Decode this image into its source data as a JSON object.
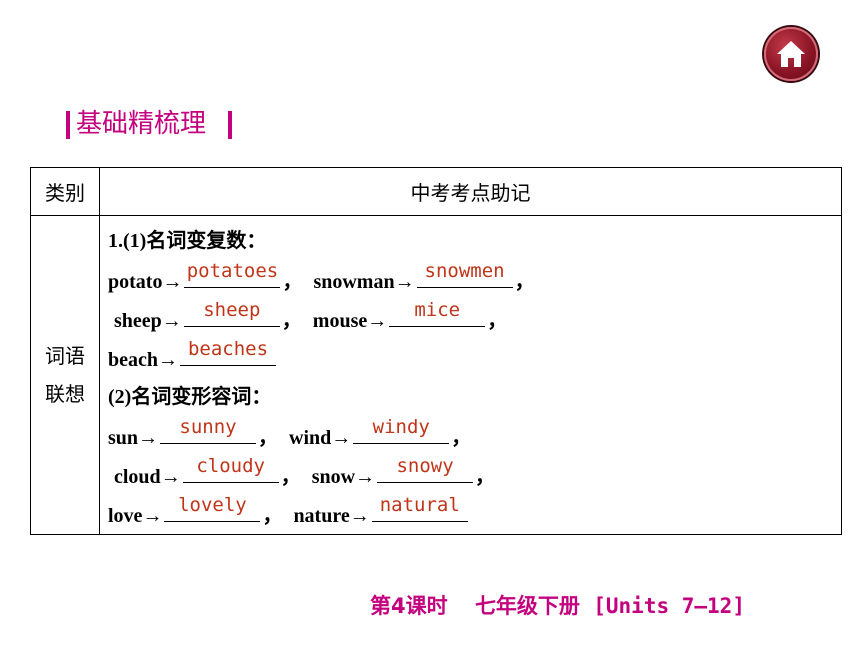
{
  "section_title": "基础精梳理",
  "table": {
    "header": {
      "category": "类别",
      "content": "中考考点助记"
    },
    "category_line1": "词语",
    "category_line2": "联想",
    "item1_heading": "1.(1)名词变复数：",
    "item2_heading": "(2)名词变形容词：",
    "plural": [
      {
        "word": "potato",
        "answer": "potatoes"
      },
      {
        "word": "snowman",
        "answer": "snowmen"
      },
      {
        "word": "sheep",
        "answer": "sheep"
      },
      {
        "word": "mouse",
        "answer": "mice"
      },
      {
        "word": "beach",
        "answer": "beaches"
      }
    ],
    "adjective": [
      {
        "word": "sun",
        "answer": "sunny"
      },
      {
        "word": "wind",
        "answer": "windy"
      },
      {
        "word": "cloud",
        "answer": "cloudy"
      },
      {
        "word": "snow",
        "answer": "snowy"
      },
      {
        "word": "love",
        "answer": "lovely"
      },
      {
        "word": "nature",
        "answer": "natural"
      }
    ],
    "arrow": "→",
    "comma": "，"
  },
  "footer": {
    "lesson": "第4课时",
    "book": "七年级下册",
    "units": "[Units 7—12]"
  },
  "icons": {
    "home": "home-icon"
  },
  "colors": {
    "accent": "#c3007d",
    "answer": "#c0351a",
    "home_button": "#8a1424"
  }
}
